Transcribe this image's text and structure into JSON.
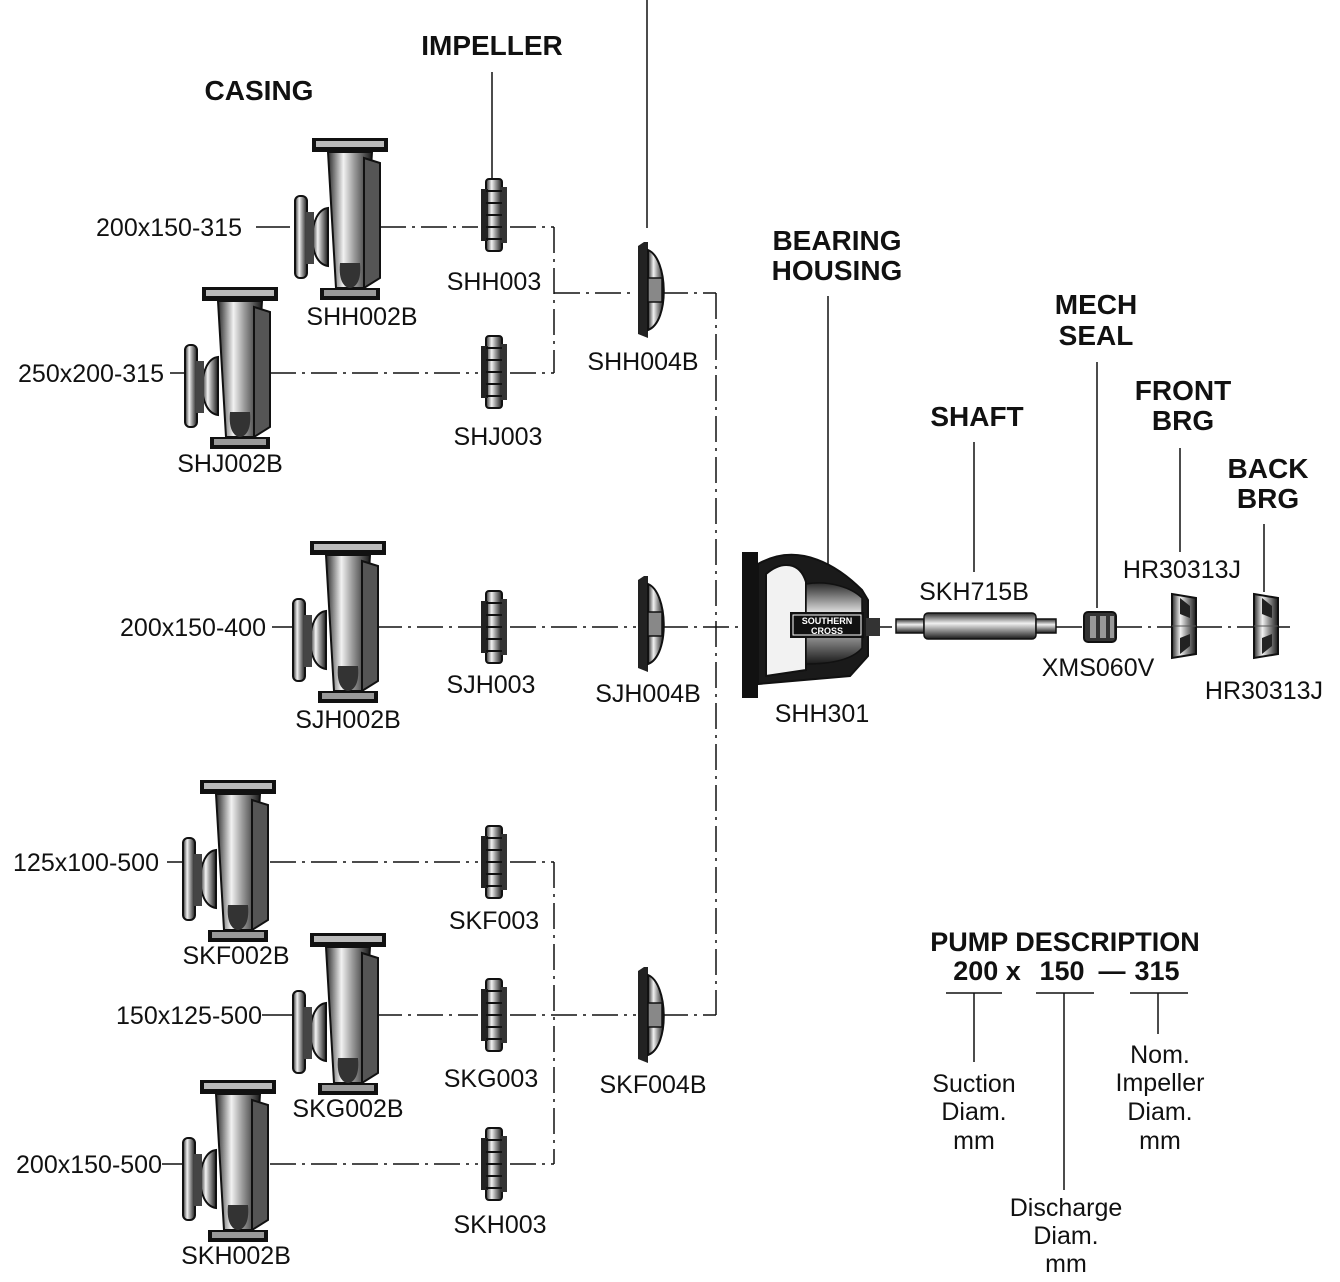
{
  "headers": {
    "casing": "CASING",
    "impeller": "IMPELLER",
    "bearing_housing_1": "BEARING",
    "bearing_housing_2": "HOUSING",
    "shaft": "SHAFT",
    "mech_seal_1": "MECH",
    "mech_seal_2": "SEAL",
    "front_brg_1": "FRONT",
    "front_brg_2": "BRG",
    "back_brg_1": "BACK",
    "back_brg_2": "BRG"
  },
  "pump_sizes": [
    "200x150-315",
    "250x200-315",
    "200x150-400",
    "125x100-500",
    "150x125-500",
    "200x150-500"
  ],
  "casings": [
    "SHH002B",
    "SHJ002B",
    "SJH002B",
    "SKF002B",
    "SKG002B",
    "SKH002B"
  ],
  "impellers": [
    "SHH003",
    "SHJ003",
    "SJH003",
    "SKF003",
    "SKG003",
    "SKH003"
  ],
  "backplates": [
    "SHH004B",
    "SJH004B",
    "SKF004B"
  ],
  "bearing_housing": {
    "part": "SHH301",
    "brand_1": "SOUTHERN",
    "brand_2": "CROSS"
  },
  "shaft": "SKH715B",
  "mech_seal": "XMS060V",
  "front_brg": "HR30313J",
  "back_brg": "HR30313J",
  "pump_description": {
    "title": "PUMP DESCRIPTION",
    "suction": "200 x",
    "discharge": "150",
    "dash": "—",
    "impeller": "315",
    "suction_lbl_1": "Suction",
    "suction_lbl_2": "Diam.",
    "suction_lbl_3": "mm",
    "discharge_lbl_1": "Discharge",
    "discharge_lbl_2": "Diam.",
    "discharge_lbl_3": "mm",
    "impeller_lbl_1": "Nom.",
    "impeller_lbl_2": "Impeller",
    "impeller_lbl_3": "Diam.",
    "impeller_lbl_4": "mm"
  }
}
